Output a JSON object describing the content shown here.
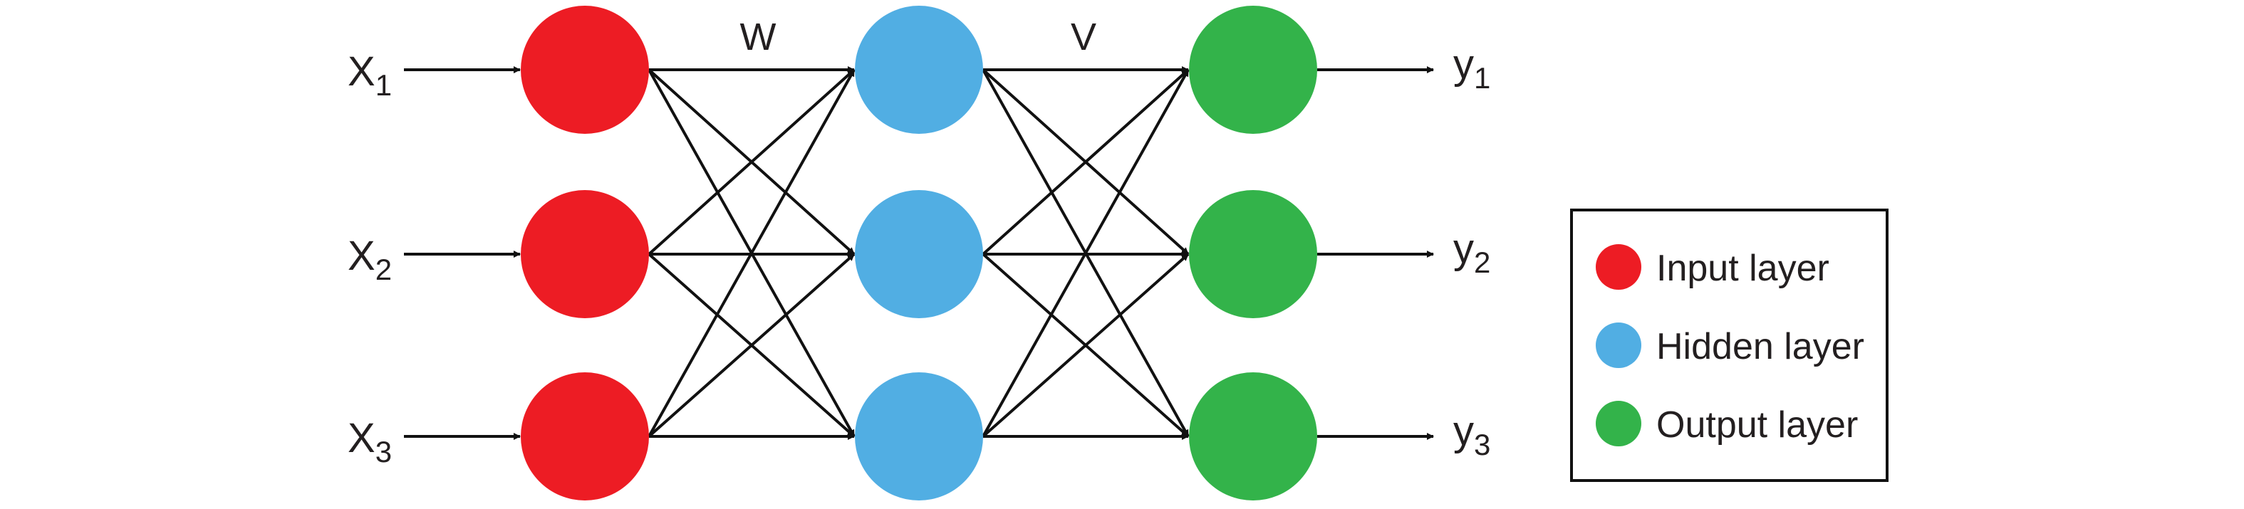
{
  "diagram": {
    "title": "Feed-forward neural network",
    "layers": [
      {
        "name": "Input layer",
        "color": "#ed1c24",
        "nodes": 3
      },
      {
        "name": "Hidden layer",
        "color": "#51aee3",
        "nodes": 3
      },
      {
        "name": "Output layer",
        "color": "#33b34a",
        "nodes": 3
      }
    ],
    "inputs": [
      {
        "base": "X",
        "sub": "1"
      },
      {
        "base": "X",
        "sub": "2"
      },
      {
        "base": "X",
        "sub": "3"
      }
    ],
    "outputs": [
      {
        "base": "y",
        "sub": "1"
      },
      {
        "base": "y",
        "sub": "2"
      },
      {
        "base": "y",
        "sub": "3"
      }
    ],
    "weights": [
      {
        "label": "W",
        "from_layer": 0,
        "to_layer": 1
      },
      {
        "label": "V",
        "from_layer": 1,
        "to_layer": 2
      }
    ],
    "connectivity": "fully-connected",
    "edge_color": "#111111"
  },
  "legend": {
    "items": [
      {
        "label": "Input layer",
        "color": "#ed1c24"
      },
      {
        "label": "Hidden layer",
        "color": "#51aee3"
      },
      {
        "label": "Output layer",
        "color": "#33b34a"
      }
    ]
  }
}
